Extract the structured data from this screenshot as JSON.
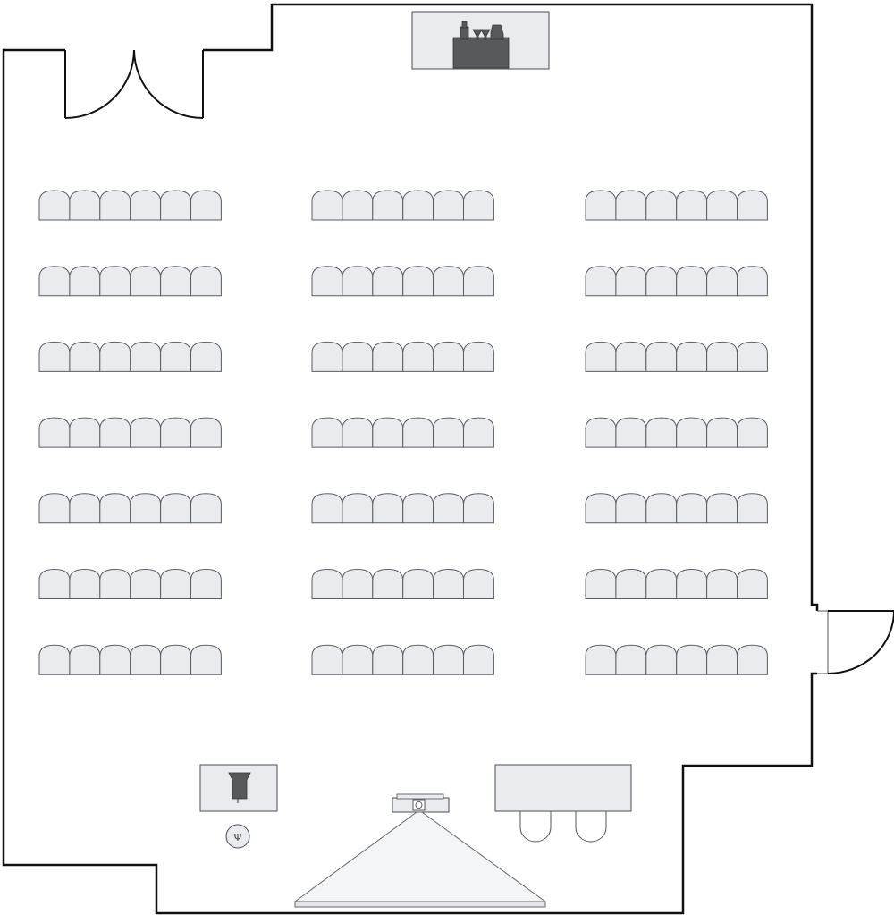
{
  "title": "",
  "plan": {
    "seating_blocks": 3,
    "rows_per_block": 7,
    "chairs_per_row": 6
  },
  "colors": {
    "wall": "#111111",
    "chair_fill": "#e9ebee",
    "chair_stroke": "#5a5d61",
    "furniture_fill": "#e9ebee",
    "dark_fixture": "#57595c"
  },
  "icons": {
    "buffet": "buffet-table-icon",
    "podium": "podium-icon",
    "microphone": "microphone-icon",
    "projector": "projector-icon",
    "screen": "projection-screen-icon",
    "av_table": "av-table-icon",
    "stool": "stool-icon"
  }
}
